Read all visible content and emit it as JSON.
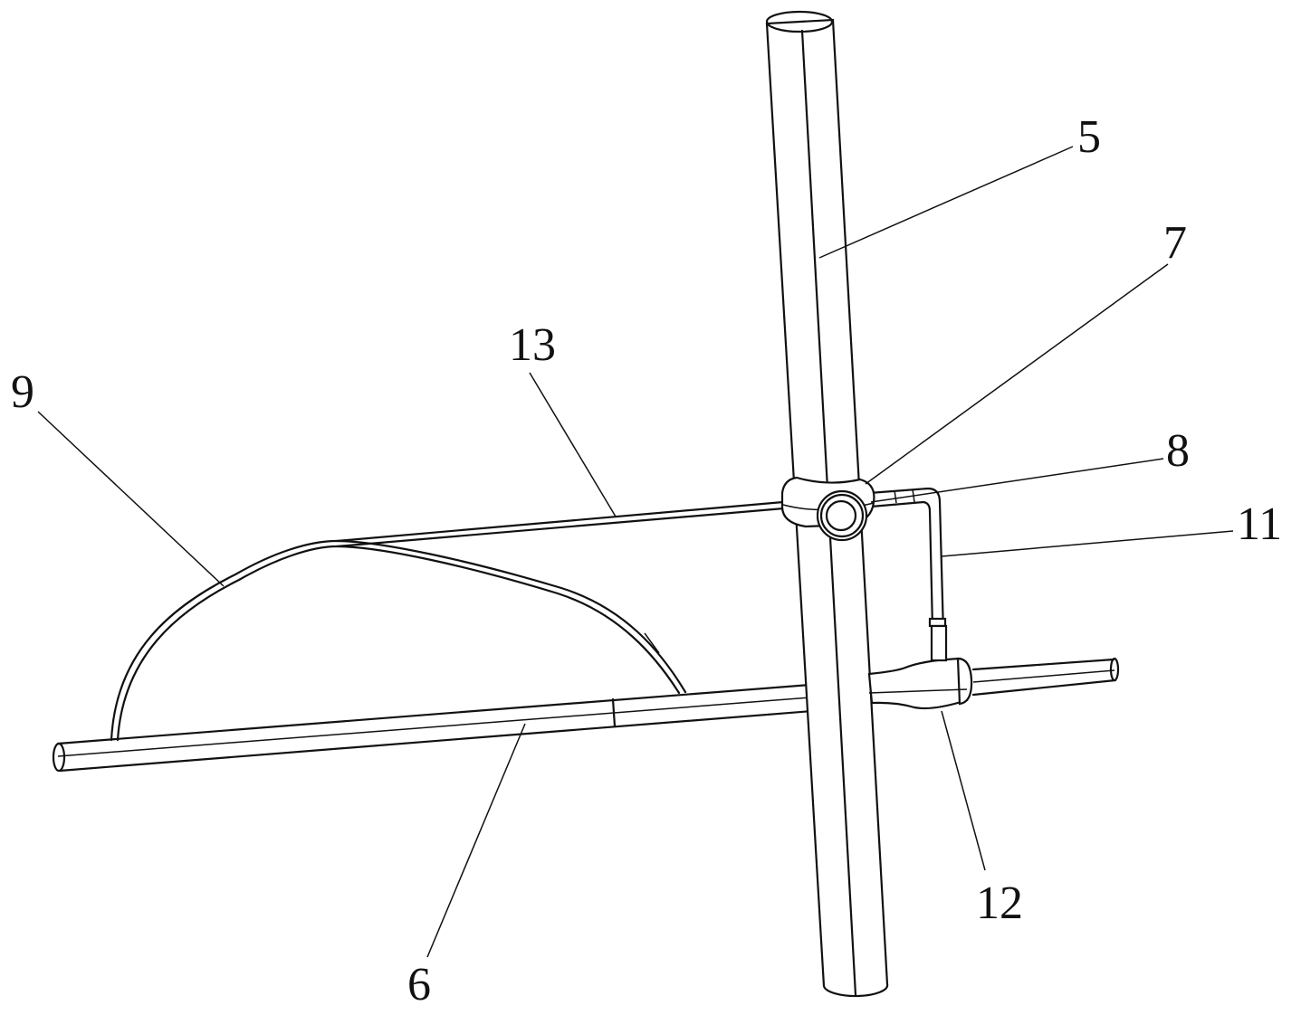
{
  "title": "Patent drawing: pole with clamp, pipe and rod assembly",
  "labels": {
    "part_5": "5",
    "part_7": "7",
    "part_8": "8",
    "part_11": "11",
    "part_13": "13",
    "part_9": "9",
    "part_6": "6",
    "part_12": "12"
  }
}
